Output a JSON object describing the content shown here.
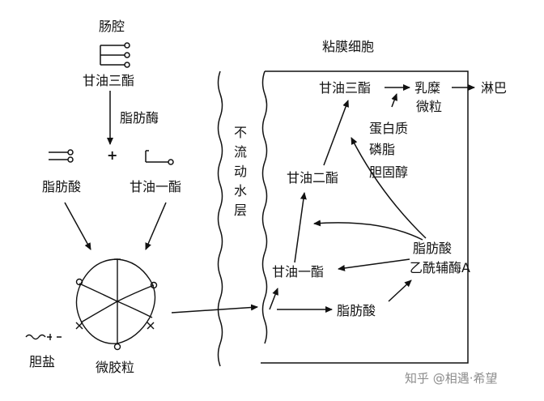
{
  "labels": {
    "intestinal_lumen": "肠腔",
    "triglyceride_lumen": "甘油三酯",
    "lipase": "脂肪酶",
    "plus": "+",
    "fatty_acid_lumen": "脂肪酸",
    "monoglyceride_lumen": "甘油一酯",
    "bile_salt": "胆盐",
    "micelle": "微胶粒",
    "unstirred_layer": [
      "不",
      "流",
      "动",
      "水",
      "层"
    ],
    "mucosal_cell": "粘膜细胞",
    "monoglyceride_cell": "甘油一酯",
    "fatty_acid_cell": "脂肪酸",
    "diglyceride": "甘油二酯",
    "triglyceride_cell": "甘油三酯",
    "chylomicron": [
      "乳糜",
      "微粒"
    ],
    "lymph": "淋巴",
    "protein": "蛋白质",
    "phospholipid": "磷脂",
    "cholesterol": "胆固醇",
    "fatty_acyl_coa": [
      "脂肪酸",
      "乙酰辅酶A"
    ]
  },
  "watermark": "知乎 @相遇·希望",
  "colors": {
    "ink": "#111111",
    "paper": "#ffffff",
    "watermark": "#8c8c8c"
  }
}
